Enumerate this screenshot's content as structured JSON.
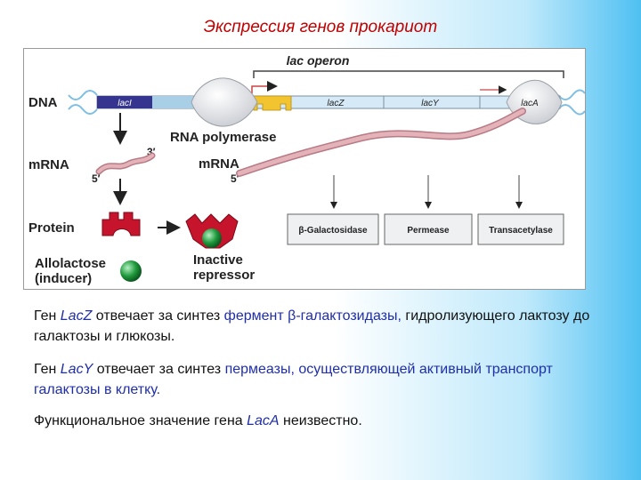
{
  "slide_title": "Экспрессия генов прокариот",
  "diagram": {
    "operon_label": "lac operon",
    "dna_label": "DNA",
    "genes": {
      "lacI": "lacI",
      "lacZ": "lacZ",
      "lacY": "lacY",
      "lacA": "lacA"
    },
    "rna_polymerase_label": "RNA polymerase",
    "mrna_left_label": "mRNA",
    "mrna_right_label": "mRNA",
    "three_prime": "3′",
    "five_prime_left": "5′",
    "five_prime_right": "5′",
    "protein_label": "Protein",
    "allolactose_line1": "Allolactose",
    "allolactose_line2": "(inducer)",
    "inactive_line1": "Inactive",
    "inactive_line2": "repressor",
    "products": [
      "β-Galactosidase",
      "Permease",
      "Transacetylase"
    ]
  },
  "paragraph1": {
    "gene_word": "Ген ",
    "gene_name": "Lac",
    "gene_letter": "Z",
    "mid": " отвечает за синтез ",
    "highlight": "фермент β-галактозидазы,",
    "rest": " гидролизующего лактозу до галактозы и глюкозы."
  },
  "paragraph2": {
    "gene_word": "Ген ",
    "gene_name": "Lac",
    "gene_letter": "Y",
    "mid": " отвечает за синтез ",
    "highlight": "пермеазы, осуществляющей активный транспорт галактозы в клетку."
  },
  "paragraph3": {
    "pre": "Функциональное значение гена ",
    "gene_name": "Lac",
    "gene_letter": "A",
    "post": " неизвестно."
  },
  "colors": {
    "title": "#c00000",
    "highlight_text": "#1f2fa8",
    "lacI": "#35358f",
    "gene_box": "#d6e9f6",
    "operator": "#f2c530",
    "mrna": "#d99aa3",
    "repressor": "#c5142c",
    "inducer": "#1f9a3c"
  }
}
